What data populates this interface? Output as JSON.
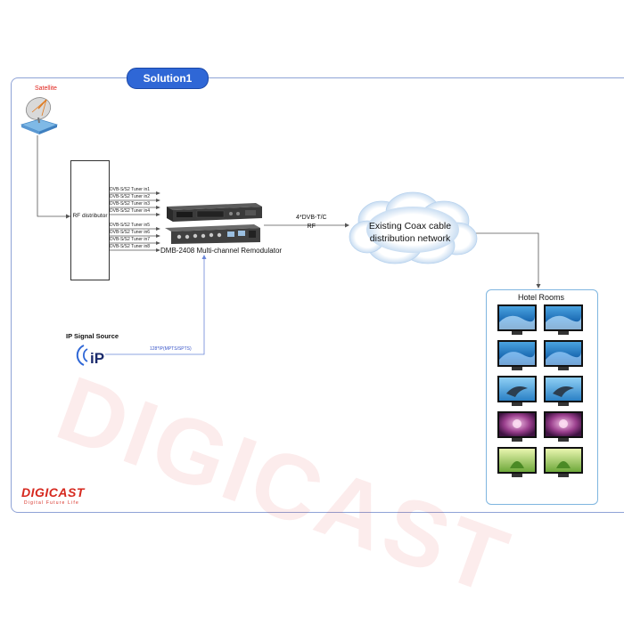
{
  "solution_tab": "Solution1",
  "satellite_label": "Satellite",
  "rf_distributor_label": "RF distributor",
  "tuner_inputs": [
    "DVB-S/S2 Tuner in1",
    "DVB-S/S2 Tuner in2",
    "DVB-S/S2 Tuner in3",
    "DVB-S/S2 Tuner in4",
    "DVB-S/S2 Tuner in5",
    "DVB-S/S2 Tuner in6",
    "DVB-S/S2 Tuner in7",
    "DVB-S/S2 Tuner in8"
  ],
  "device_label": "DMB-2408 Multi-channel Remodulator",
  "output_label_line1": "4*DVB-T/C",
  "output_label_line2": "RF",
  "cloud_label": "Existing Coax cable distribution network",
  "hotel_rooms_label": "Hotel Rooms",
  "ip_source_label": "IP Signal Source",
  "ip_glyph": "iP",
  "ip_stream_label": "128*IP(MPTS/SPTS)",
  "watermark": "DIGICAST",
  "brand_logo": "DIGICAST",
  "brand_slogan": "Digital Future Life",
  "colors": {
    "frame": "#8fa3d6",
    "tab": "#2f67d6",
    "brand_red": "#d6281e",
    "ip_line": "#6a86d8"
  },
  "tv_rows": [
    "ocean-wave",
    "ocean-wave",
    "dolphin",
    "purple-flower",
    "green-field"
  ]
}
